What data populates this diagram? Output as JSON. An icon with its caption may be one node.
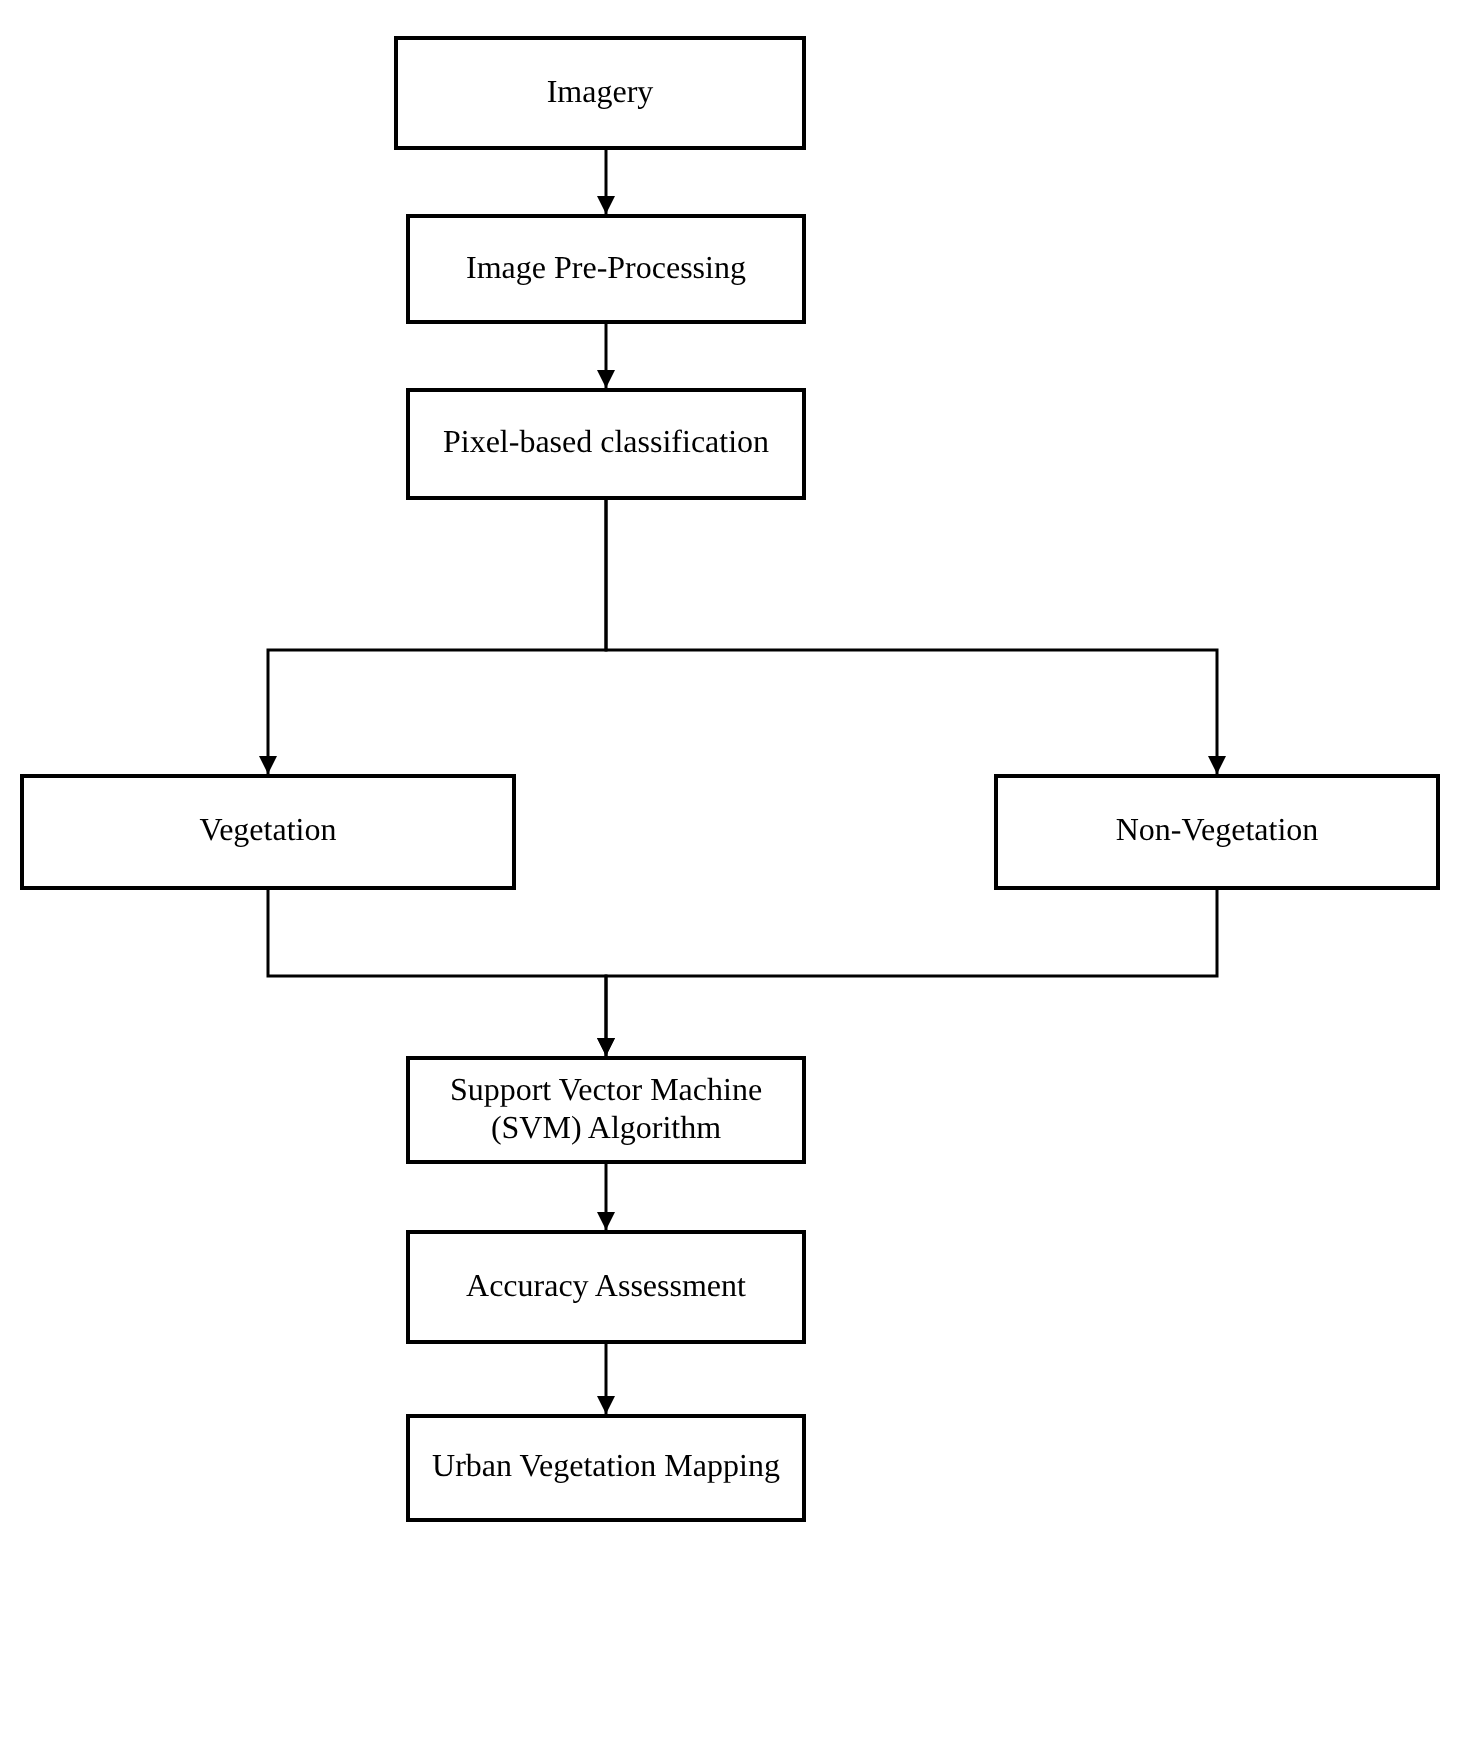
{
  "diagram": {
    "nodes": [
      {
        "text": [
          "Imagery"
        ]
      },
      {
        "text": [
          "Image Pre-Processing"
        ]
      },
      {
        "text": [
          "Pixel-based classification"
        ]
      },
      {
        "text": [
          "Vegetation"
        ]
      },
      {
        "text": [
          "Non-Vegetation"
        ]
      },
      {
        "text": [
          "Support Vector Machine (SVM) Algorithm"
        ]
      },
      {
        "text": [
          "Accuracy Assessment"
        ]
      },
      {
        "text": [
          "Urban Vegetation Mapping"
        ]
      }
    ],
    "edges": [
      {
        "from": 0,
        "to": 1,
        "arrow": "to"
      },
      {
        "from": 1,
        "to": 2,
        "arrow": "to"
      },
      {
        "from": 2,
        "to": 3,
        "arrow": "to"
      },
      {
        "from": 2,
        "to": 4,
        "arrow": "to"
      },
      {
        "from": 3,
        "to": 5,
        "arrow": "to"
      },
      {
        "from": 4,
        "to": 5,
        "arrow": "to"
      },
      {
        "from": 5,
        "to": 6,
        "arrow": "to"
      },
      {
        "from": 6,
        "to": 7,
        "arrow": "to"
      }
    ]
  }
}
